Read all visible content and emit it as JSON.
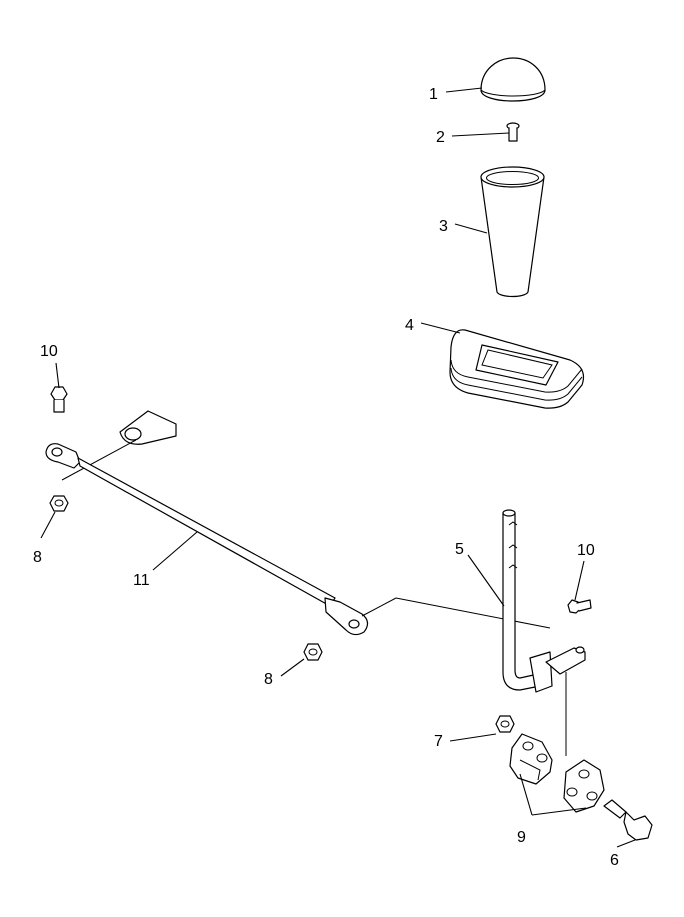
{
  "callouts": {
    "c1": "1",
    "c2": "2",
    "c3": "3",
    "c4": "4",
    "c5": "5",
    "c6": "6",
    "c7": "7",
    "c8a": "8",
    "c8b": "8",
    "c9": "9",
    "c10a": "10",
    "c10b": "10",
    "c11": "11"
  }
}
